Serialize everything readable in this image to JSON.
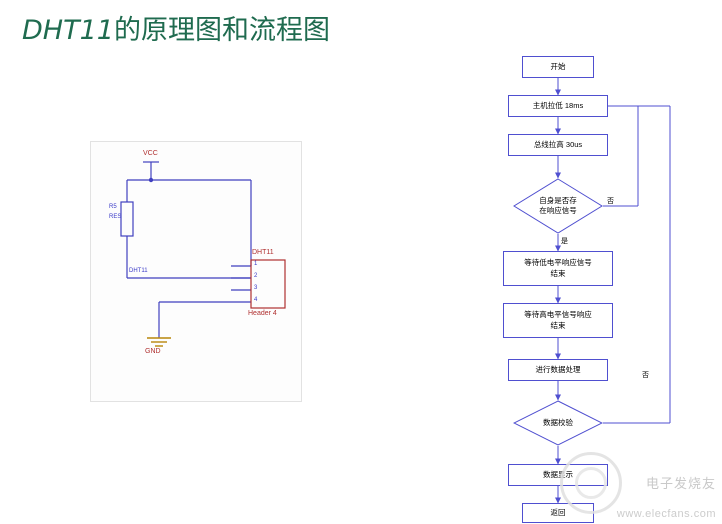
{
  "title": {
    "latin": "DHT11",
    "rest": "的原理图和流程图"
  },
  "schematic": {
    "labels": {
      "vcc": "VCC",
      "gnd": "GND",
      "resistor_ref": "R5",
      "resistor_val": "RES",
      "net_dht11": "DHT11",
      "chip_title": "DHT11",
      "chip_footprint": "Header 4",
      "pin1": "1",
      "pin2": "2",
      "pin3": "3",
      "pin4": "4"
    }
  },
  "flowchart": {
    "nodes": [
      {
        "id": "start",
        "text": "开始"
      },
      {
        "id": "host_low",
        "text": "主机拉低 18ms"
      },
      {
        "id": "bus_high",
        "text": "总线拉高 30us"
      },
      {
        "id": "check_response",
        "text": "自身是否存\n在响应信号"
      },
      {
        "id": "wait_low",
        "text": "等待低电平响应信号\n结束"
      },
      {
        "id": "wait_high",
        "text": "等待高电平信号响应\n结束"
      },
      {
        "id": "process",
        "text": "进行数据处理"
      },
      {
        "id": "verify",
        "text": "数据校验"
      },
      {
        "id": "display",
        "text": "数据显示"
      },
      {
        "id": "return",
        "text": "返回"
      }
    ],
    "edge_labels": [
      {
        "id": "no_response",
        "text": "否"
      },
      {
        "id": "yes_response",
        "text": "是"
      },
      {
        "id": "no_verify",
        "text": "否"
      }
    ]
  },
  "watermark": {
    "badge": "电子发烧友",
    "url": "www.elecfans.com"
  },
  "colors": {
    "title": "#1f6b4f",
    "wire": "#4040c0",
    "label_red": "#b03030",
    "node_border": "#4f4fd0"
  }
}
